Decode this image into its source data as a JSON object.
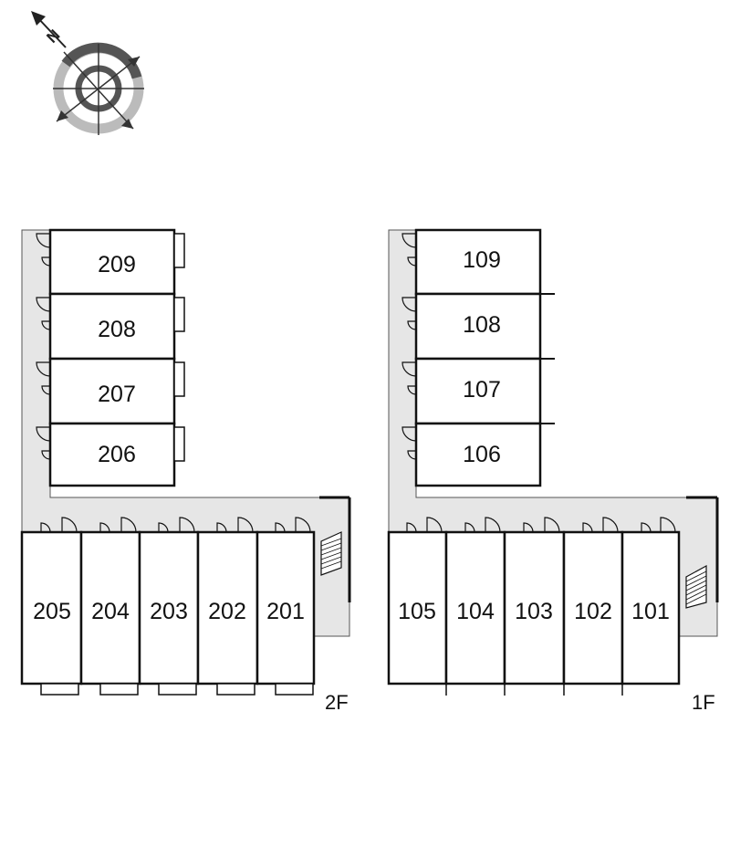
{
  "compass": {
    "north_label": "N",
    "icon": "compass-rose-icon"
  },
  "floors": [
    {
      "id": "2F",
      "label": "2F",
      "vertical_units": [
        "209",
        "208",
        "207",
        "206"
      ],
      "horizontal_units": [
        "205",
        "204",
        "203",
        "202",
        "201"
      ]
    },
    {
      "id": "1F",
      "label": "1F",
      "vertical_units": [
        "109",
        "108",
        "107",
        "106"
      ],
      "horizontal_units": [
        "105",
        "104",
        "103",
        "102",
        "101"
      ]
    }
  ],
  "colors": {
    "corridor": "#e6e6e6",
    "wall": "#111111",
    "unit_fill": "#ffffff",
    "compass_dark": "#555555",
    "compass_light": "#bbbbbb"
  }
}
